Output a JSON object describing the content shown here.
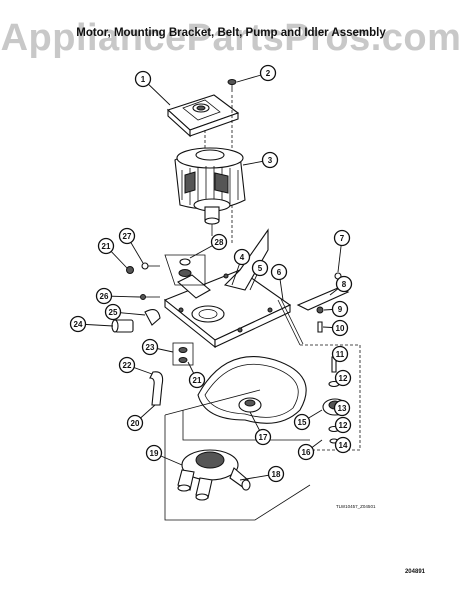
{
  "watermark": "AppliancePartsPros.com",
  "diagram": {
    "title": "Motor, Mounting Bracket, Belt, Pump and Idler Assembly",
    "drawing_code": "TLW10457_Z04501",
    "figure_number": "204891",
    "callouts": [
      "1",
      "2",
      "3",
      "4",
      "5",
      "6",
      "7",
      "8",
      "9",
      "10",
      "11",
      "12",
      "12",
      "13",
      "14",
      "15",
      "16",
      "17",
      "18",
      "19",
      "20",
      "21",
      "21",
      "22",
      "23",
      "24",
      "25",
      "26",
      "27",
      "28"
    ]
  }
}
